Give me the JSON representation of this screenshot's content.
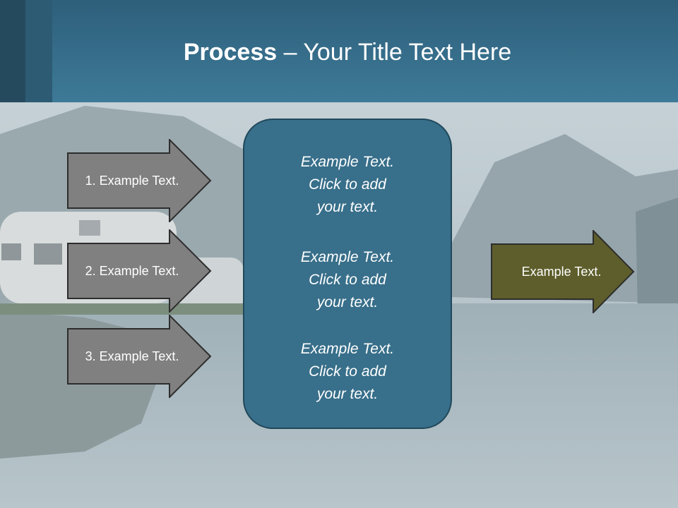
{
  "title": {
    "bold": "Process",
    "rest": " – Your Title Text Here"
  },
  "left_arrows": [
    {
      "label": "1. Example Text."
    },
    {
      "label": "2. Example Text."
    },
    {
      "label": "3. Example Text."
    }
  ],
  "center_box": {
    "blocks": [
      {
        "lines": [
          "Example Text.",
          "Click  to add",
          "your text."
        ]
      },
      {
        "lines": [
          "Example Text.",
          "Click  to add",
          "your text."
        ]
      },
      {
        "lines": [
          "Example Text.",
          "Click  to add",
          "your text."
        ]
      }
    ]
  },
  "right_arrow": {
    "label": "Example Text."
  },
  "colors": {
    "header": "#3d7a97",
    "left_arrow_fill": "#808080",
    "center_box_fill": "#386f8a",
    "right_arrow_fill": "#5e5e2c"
  },
  "background": {
    "description_icon": "mountain-lake-photo-icon"
  }
}
